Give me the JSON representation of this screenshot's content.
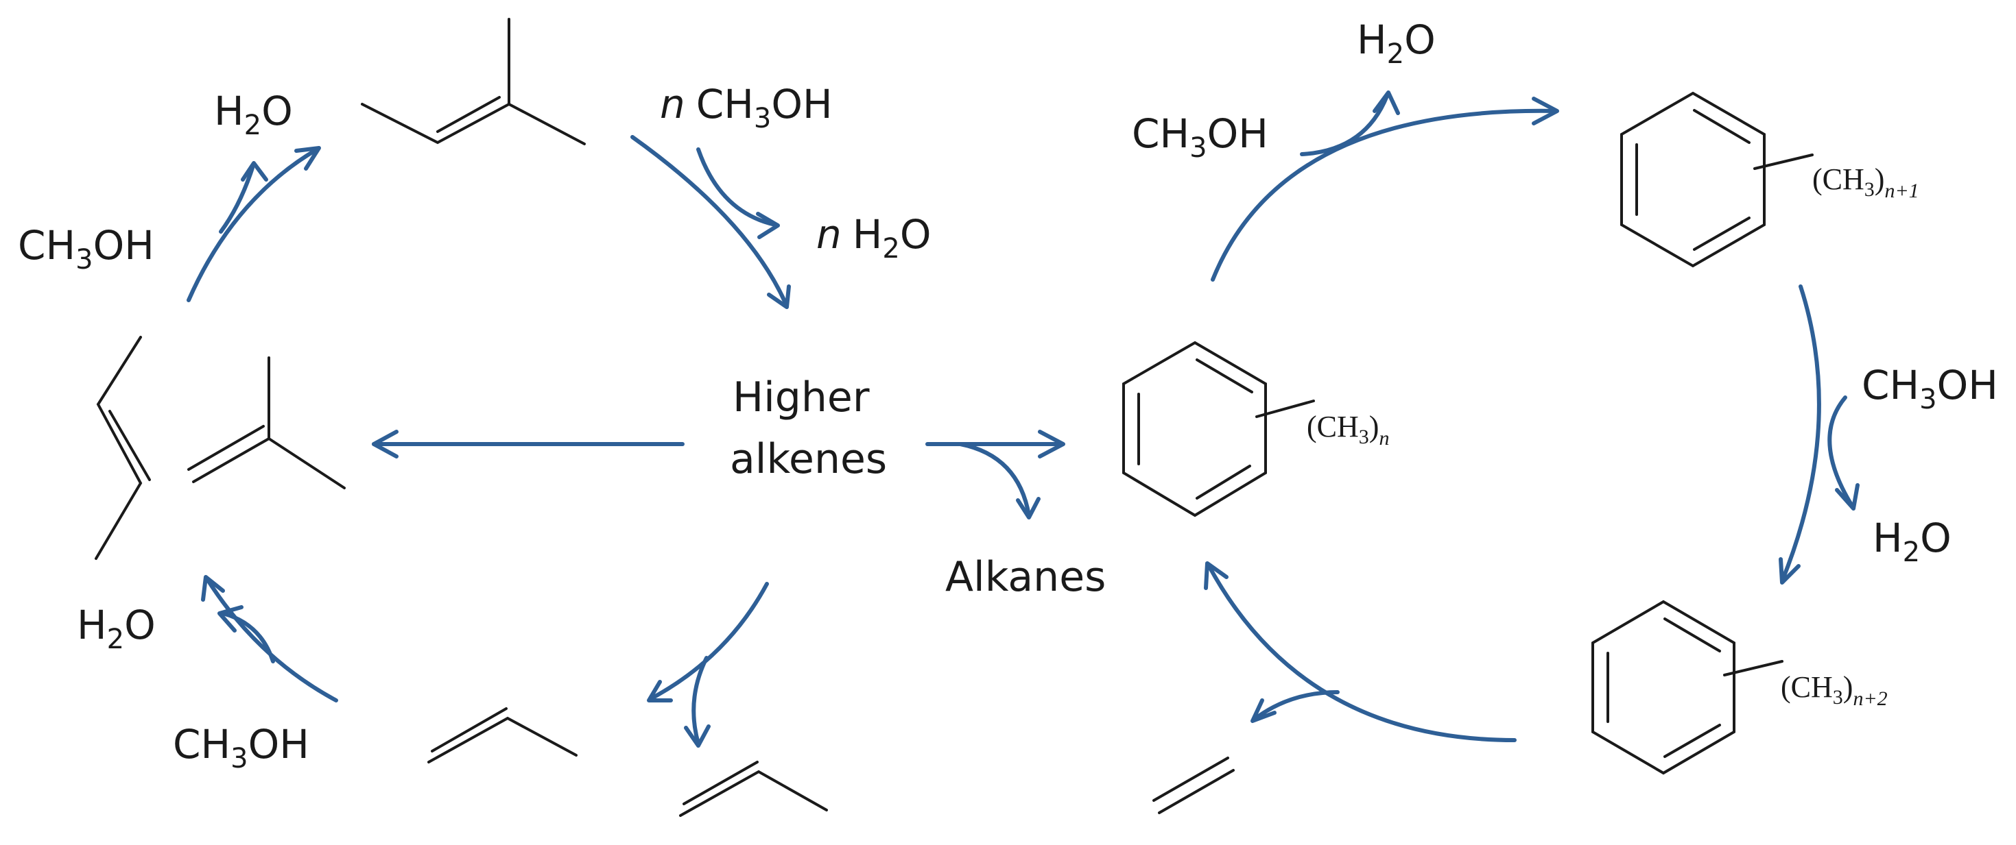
{
  "colors": {
    "arrow": "#2e5f96",
    "bond": "#1a1a1a",
    "text": "#1a1a1a",
    "background": "#ffffff"
  },
  "labels": {
    "methanol": "CH",
    "methanol_sub": "3",
    "methanol_tail": "OH",
    "water_head": "H",
    "water_sub": "2",
    "water_tail": "O",
    "n": "n",
    "higher": "Higher",
    "alkenes": "alkenes",
    "alkanes": "Alkanes",
    "methyl": "(CH",
    "methyl_sub": "3",
    "methyl_close": ")",
    "n_idx": "n",
    "n_plus_1": "n+1",
    "n_plus_2": "n+2"
  }
}
